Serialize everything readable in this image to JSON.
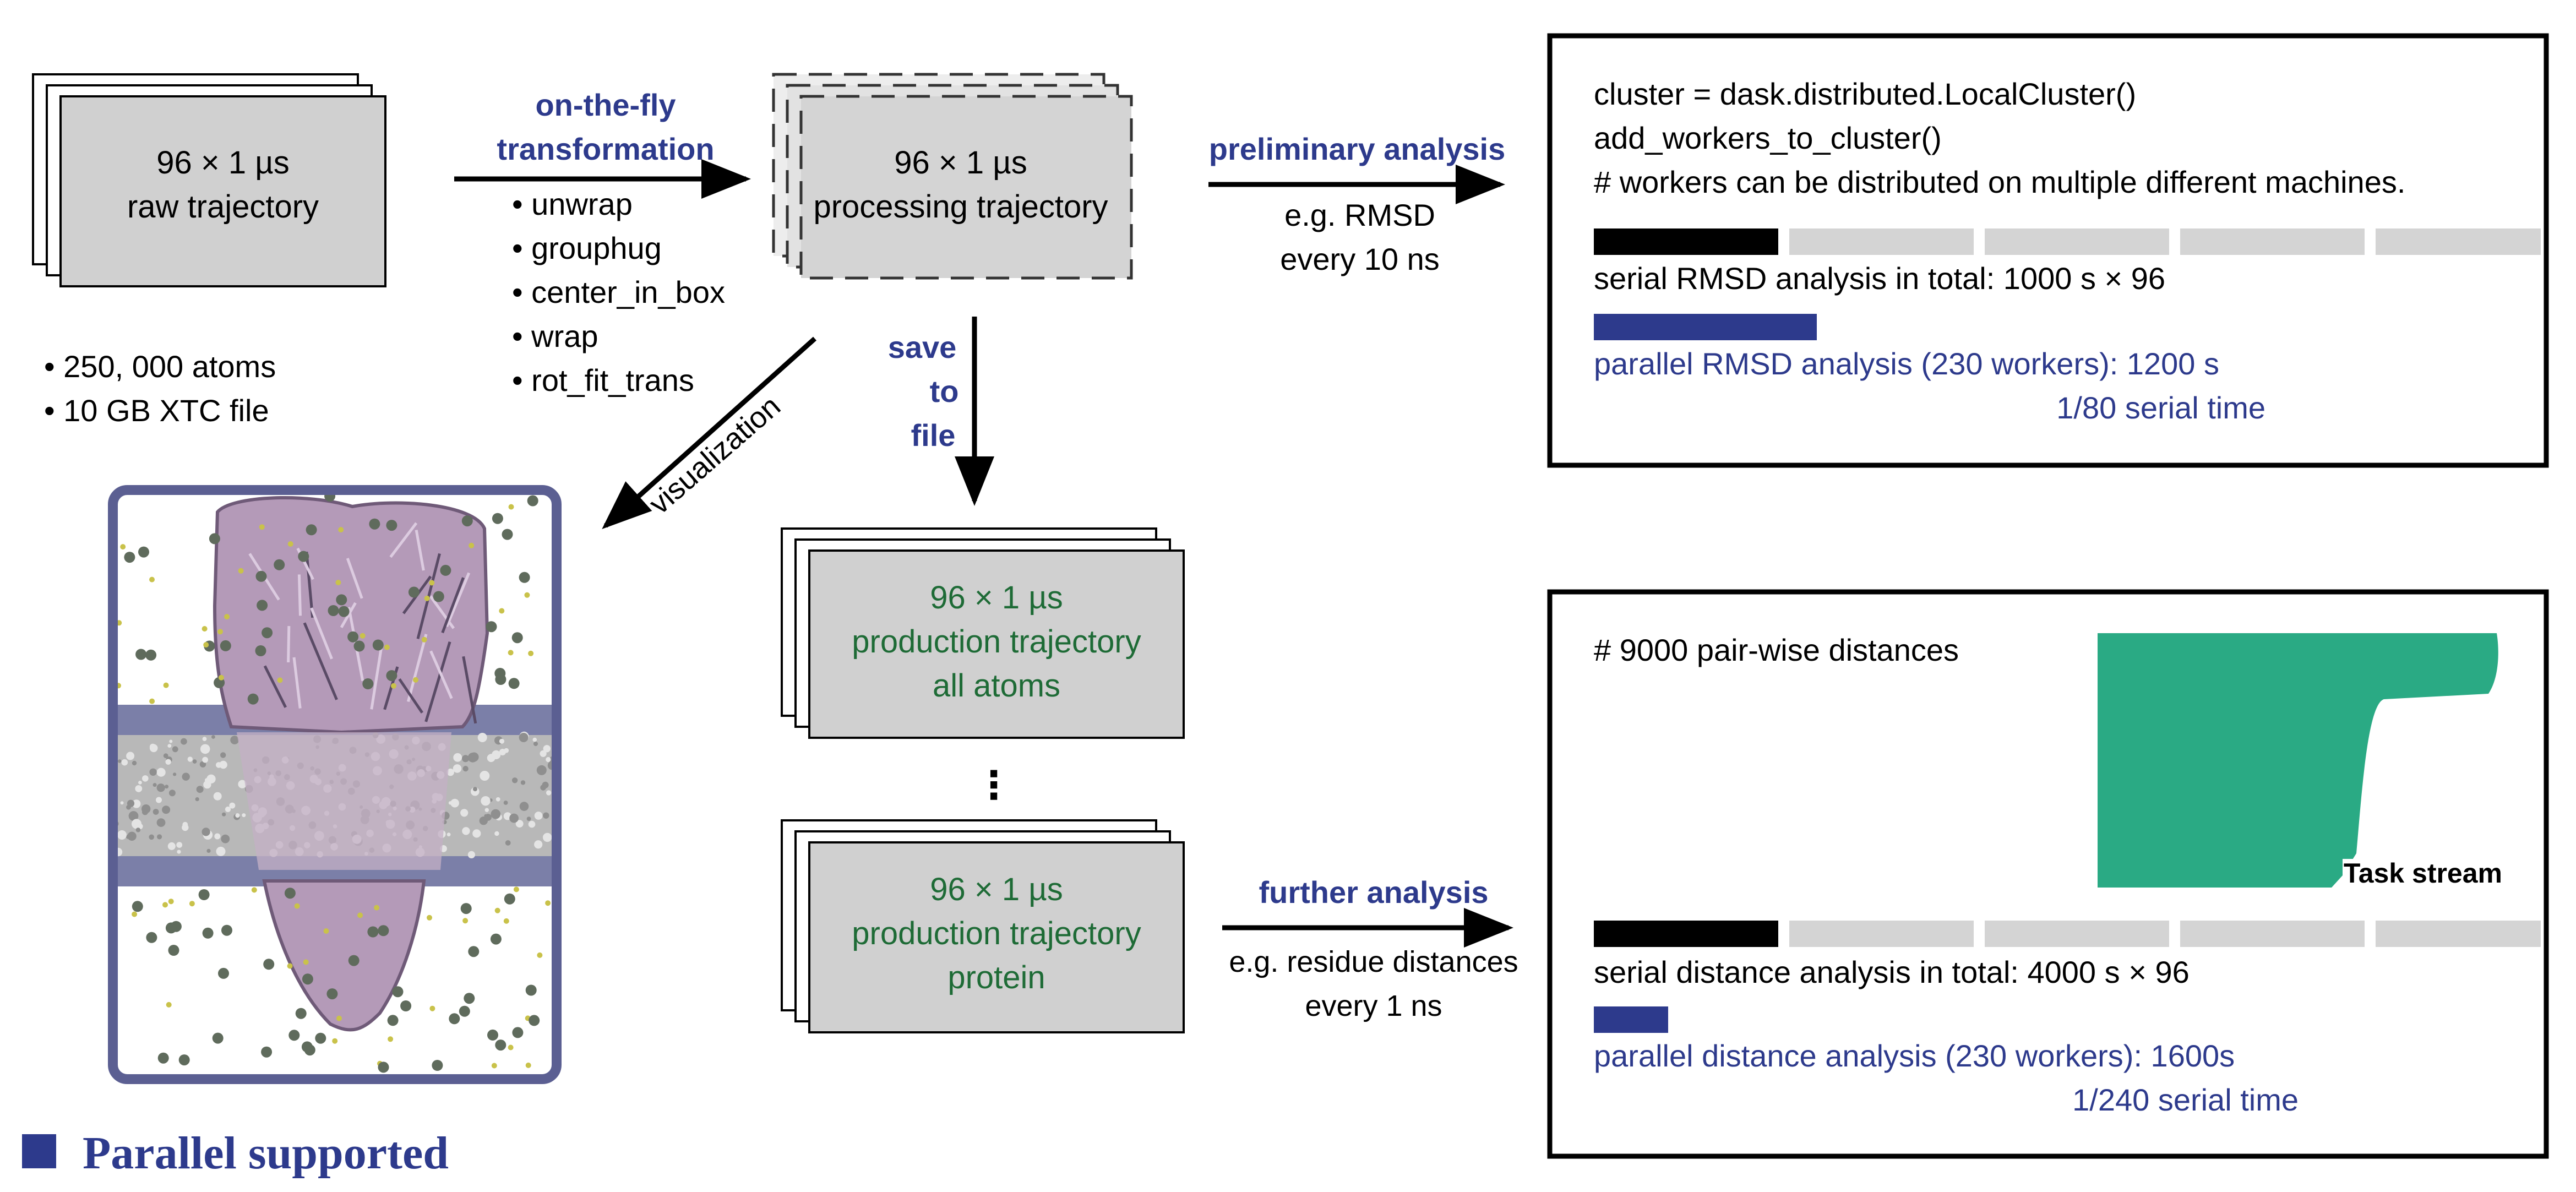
{
  "colors": {
    "blue": "#2d3a8c",
    "green": "#1e6b36",
    "black": "#000000",
    "gray_box": "#d0d0d0",
    "gray_bar": "#d4d4d4",
    "teal": "#2aaa84",
    "membrane_blue": "#5b5f92",
    "protein": "#b49ab8"
  },
  "raw": {
    "label_1": "96 × 1 µs",
    "label_2": "raw trajectory",
    "bullets": [
      "• 250, 000 atoms",
      "• 10 GB XTC file"
    ]
  },
  "transform": {
    "title_1": "on-the-fly",
    "title_2": "transformation",
    "steps": [
      "• unwrap",
      "• grouphug",
      "• center_in_box",
      "• wrap",
      "• rot_fit_trans"
    ]
  },
  "processing": {
    "label_1": "96 × 1 µs",
    "label_2": "processing trajectory"
  },
  "preliminary": {
    "title": "preliminary analysis",
    "sub_1": "e.g. RMSD",
    "sub_2": "every 10 ns"
  },
  "code_panel": {
    "lines": [
      "cluster = dask.distributed.LocalCluster()",
      "add_workers_to_cluster()",
      "# workers can be distributed on multiple different machines."
    ],
    "serial_text": "serial RMSD analysis in total: 1000 s × 96",
    "parallel_text": "parallel RMSD analysis (230 workers): 1200 s",
    "ratio_text": "1/80 serial time",
    "serial_segments": 5,
    "parallel_fraction": 0.0125
  },
  "save": {
    "line_1": "save",
    "line_2": "to",
    "line_3": "file"
  },
  "visualization": {
    "label": "visualization"
  },
  "production_all": {
    "line_1": "96 × 1 µs",
    "line_2": "production trajectory",
    "line_3": "all atoms"
  },
  "ellipsis": "⋮",
  "production_protein": {
    "line_1": "96 × 1 µs",
    "line_2": "production trajectory",
    "line_3": "protein"
  },
  "further": {
    "title": "further analysis",
    "sub_1": "e.g. residue distances",
    "sub_2": "every 1 ns"
  },
  "distance_panel": {
    "comment": "# 9000 pair-wise distances",
    "task_stream_label": "Task stream",
    "serial_text": "serial distance analysis in total: 4000 s × 96",
    "parallel_text": "parallel distance analysis (230 workers): 1600s",
    "ratio_text": "1/240 serial time"
  },
  "legend": {
    "icon": "filled-square-icon",
    "label": "Parallel supported"
  }
}
